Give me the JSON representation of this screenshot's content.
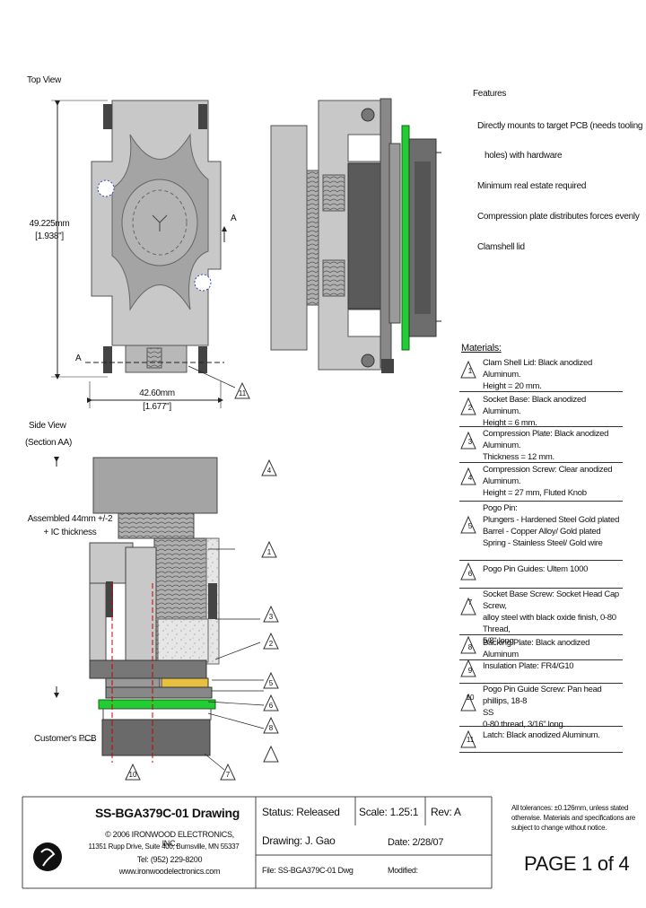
{
  "views": {
    "top_view_label": "Top View",
    "side_view_label": "Side View",
    "side_view_section": "(Section AA)",
    "section_marker": "A",
    "section_marker_bottom": "A"
  },
  "dimensions": {
    "height_mm": "49.225mm",
    "height_in": "[1.938\"]",
    "width_mm": "42.60mm",
    "width_in": "[1.677\"]",
    "assembled_line1": "Assembled 44mm +/-2",
    "assembled_line2": "+ IC thickness",
    "customers_pcb": "Customer's PCB"
  },
  "features": {
    "title": "Features",
    "items": [
      "Directly mounts to target PCB (needs tooling",
      "holes) with hardware",
      "Minimum real estate required",
      "Compression plate distributes forces evenly",
      "Clamshell lid"
    ]
  },
  "materials": {
    "title": "Materials:",
    "items": [
      {
        "num": "1",
        "lines": [
          "Clam Shell Lid: Black anodized Aluminum.",
          "Height = 20 mm."
        ]
      },
      {
        "num": "2",
        "lines": [
          "Socket Base: Black anodized Aluminum.",
          "Height = 6 mm."
        ]
      },
      {
        "num": "3",
        "lines": [
          "Compression Plate: Black anodized Aluminum.",
          "Thickness = 12 mm."
        ]
      },
      {
        "num": "4",
        "lines": [
          "Compression Screw: Clear anodized Aluminum.",
          "Height = 27 mm, Fluted Knob"
        ]
      },
      {
        "num": "5",
        "lines": [
          "Pogo Pin:",
          "Plungers - Hardened Steel Gold plated",
          "Barrel - Copper Alloy/ Gold plated",
          "Spring - Stainless Steel/ Gold wire"
        ]
      },
      {
        "num": "6",
        "lines": [
          "Pogo Pin Guides: Ultem 1000"
        ]
      },
      {
        "num": "7",
        "lines": [
          "Socket Base Screw: Socket Head Cap Screw,",
          "alloy steel with black oxide finish, 0-80 Thread,",
          "5/8\" long"
        ]
      },
      {
        "num": "8",
        "lines": [
          "Backing Plate: Black anodized Aluminum"
        ]
      },
      {
        "num": "9",
        "lines": [
          "Insulation Plate: FR4/G10"
        ]
      },
      {
        "num": "10",
        "lines": [
          "Pogo Pin Guide Screw: Pan head phillips, 18-8",
          "SS",
          "0-80 thread, 3/16\" long."
        ]
      },
      {
        "num": "11",
        "lines": [
          "Latch: Black anodized Aluminum."
        ]
      }
    ]
  },
  "callouts": {
    "top_latch": "11",
    "side_right": [
      "4",
      "1",
      "3",
      "2",
      "5",
      "6",
      "8"
    ],
    "side_bottom": [
      "10",
      "7"
    ]
  },
  "title_block": {
    "drawing_title": "SS-BGA379C-01 Drawing",
    "copyright": "© 2006 IRONWOOD ELECTRONICS, INC.",
    "address": "11351 Rupp Drive, Suite 400, Burnsville, MN 55337",
    "tel": "Tel: (952) 229-8200",
    "web": "www.ironwoodelectronics.com",
    "status": "Status: Released",
    "scale": "Scale: 1.25:1",
    "rev": "Rev: A",
    "drawing_by": "Drawing: J. Gao",
    "date": "Date: 2/28/07",
    "file": "File: SS-BGA379C-01 Dwg",
    "modified": "Modified:",
    "note": "All tolerances: ±0.126mm, unless stated otherwise. Materials and specifications are subject to change without notice.",
    "page": "PAGE 1 of 4"
  },
  "colors": {
    "pcb_green": "#22cc33",
    "light_gray": "#c8c8c8",
    "mid_gray": "#a0a0a0",
    "dark_gray": "#6a6a6a",
    "dash_red": "#cc0000"
  }
}
